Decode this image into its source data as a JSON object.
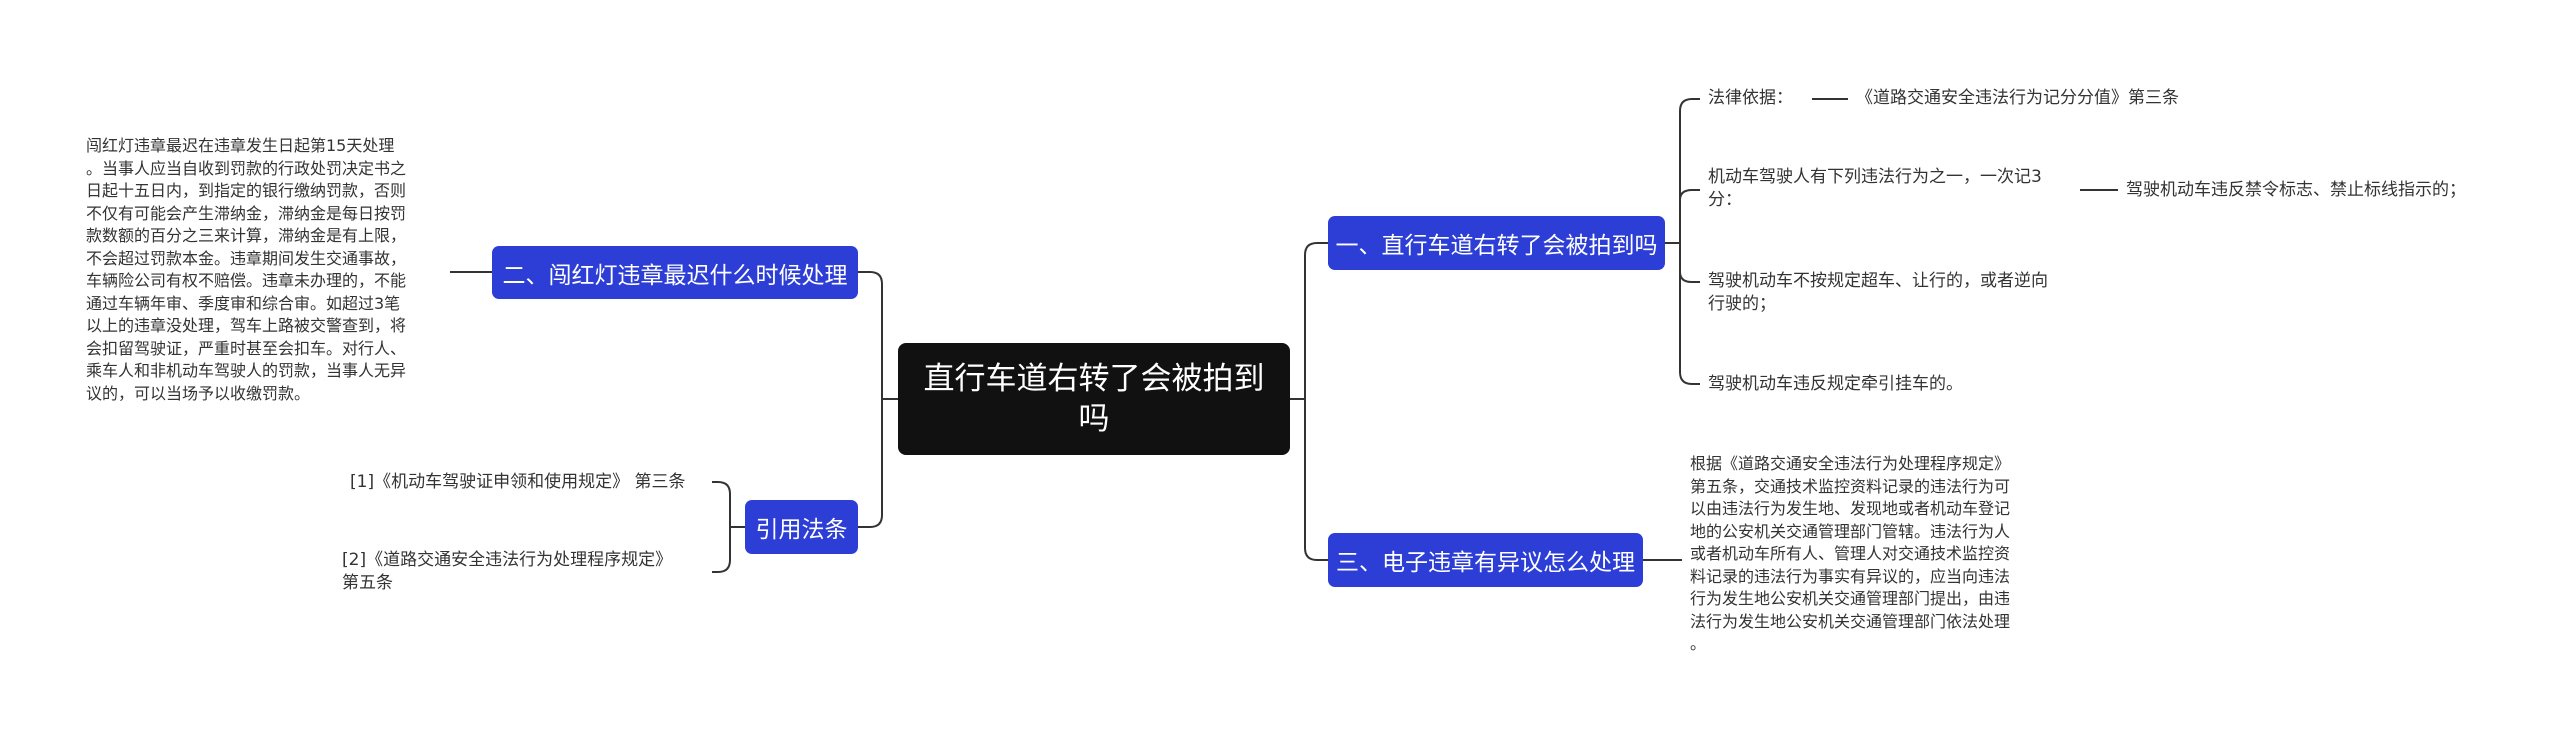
{
  "root": {
    "text": "直行车道右转了会被拍到吗"
  },
  "branches": {
    "b1": "一、直行车道右转了会被拍到吗",
    "b2": "二、闯红灯违章最迟什么时候处理",
    "b3": "三、电子违章有异议怎么处理",
    "b4": "引用法条"
  },
  "b1_children": {
    "legal_basis": "法律依据：",
    "legal_basis_ref": "《道路交通安全违法行为记分分值》第三条",
    "points_line1": "机动车驾驶人有下列违法行为之一，一次记3",
    "points_line2": "分：",
    "points_detail": "驾驶机动车违反禁令标志、禁止标线指示的；",
    "overtake_line1": "驾驶机动车不按规定超车、让行的，或者逆向",
    "overtake_line2": "行驶的；",
    "tow": "驾驶机动车违反规定牵引挂车的。"
  },
  "b2_children": {
    "lines": [
      "闯红灯违章最迟在违章发生日起第15天处理",
      "。当事人应当自收到罚款的行政处罚决定书之",
      "日起十五日内，到指定的银行缴纳罚款，否则",
      "不仅有可能会产生滞纳金，滞纳金是每日按罚",
      "款数额的百分之三来计算，滞纳金是有上限，",
      "不会超过罚款本金。违章期间发生交通事故，",
      "车辆险公司有权不赔偿。违章未办理的，不能",
      "通过车辆年审、季度审和综合审。如超过3笔",
      "以上的违章没处理，驾车上路被交警查到，将",
      "会扣留驾驶证，严重时甚至会扣车。对行人、",
      "乘车人和非机动车驾驶人的罚款，当事人无异",
      "议的，可以当场予以收缴罚款。"
    ]
  },
  "b3_children": {
    "lines": [
      "根据《道路交通安全违法行为处理程序规定》",
      "第五条，交通技术监控资料记录的违法行为可",
      "以由违法行为发生地、发现地或者机动车登记",
      "地的公安机关交通管理部门管辖。违法行为人",
      "或者机动车所有人、管理人对交通技术监控资",
      "料记录的违法行为事实有异议的，应当向违法",
      "行为发生地公安机关交通管理部门提出，由违",
      "法行为发生地公安机关交通管理部门依法处理",
      "。"
    ]
  },
  "b4_children": {
    "ref1": "[1]《机动车驾驶证申领和使用规定》 第三条",
    "ref2_line1": "[2]《道路交通安全违法行为处理程序规定》",
    "ref2_line2": "第五条"
  },
  "colors": {
    "root_bg": "#111111",
    "branch_bg": "#2c3ed6",
    "link": "#333333",
    "text": "#333333"
  }
}
